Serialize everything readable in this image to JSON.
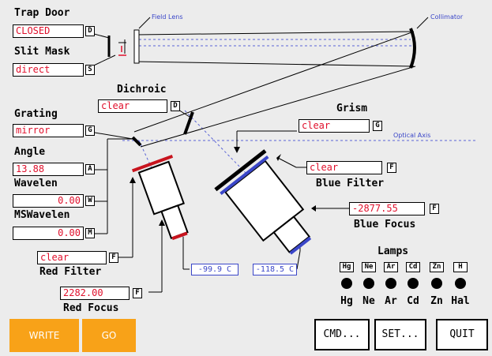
{
  "trap_door": {
    "label": "Trap Door",
    "value": "CLOSED",
    "key": "D"
  },
  "slit_mask": {
    "label": "Slit Mask",
    "value": "direct",
    "key": "S"
  },
  "dichroic": {
    "label": "Dichroic",
    "value": "clear",
    "key": "D"
  },
  "grating": {
    "label": "Grating",
    "value": "mirror",
    "key": "G"
  },
  "angle": {
    "label": "Angle",
    "value": "13.88",
    "key": "A"
  },
  "wavelen": {
    "label": "Wavelen",
    "value": "0.00",
    "key": "W"
  },
  "mswavelen": {
    "label": "MSWavelen",
    "value": "0.00",
    "key": "M"
  },
  "red_filter": {
    "label": "Red Filter",
    "value": "clear",
    "key": "F"
  },
  "red_focus": {
    "label": "Red Focus",
    "value": "2282.00",
    "key": "F"
  },
  "grism": {
    "label": "Grism",
    "value": "clear",
    "key": "G"
  },
  "blue_filter": {
    "label": "Blue Filter",
    "value": "clear",
    "key": "F"
  },
  "blue_focus": {
    "label": "Blue Focus",
    "value": "-2877.55",
    "key": "F"
  },
  "diagram": {
    "field_lens": "Field Lens",
    "collimator": "Collimator",
    "optical_axis": "Optical Axis",
    "red_temp": "-99.9 C",
    "blue_temp": "-118.5 C"
  },
  "lamps": {
    "title": "Lamps",
    "items": [
      {
        "key": "Hg",
        "name": "Hg"
      },
      {
        "key": "Ne",
        "name": "Ne"
      },
      {
        "key": "Ar",
        "name": "Ar"
      },
      {
        "key": "Cd",
        "name": "Cd"
      },
      {
        "key": "Zn",
        "name": "Zn"
      },
      {
        "key": "H",
        "name": "Hal"
      }
    ]
  },
  "buttons": {
    "write": "WRITE",
    "go": "GO",
    "cmd": "CMD...",
    "set": "SET...",
    "quit": "QUIT"
  },
  "colors": {
    "field_text": "#e0102c",
    "diagram_blue": "#3a46c8",
    "button_orange": "#f8a218",
    "background": "#ececec"
  }
}
